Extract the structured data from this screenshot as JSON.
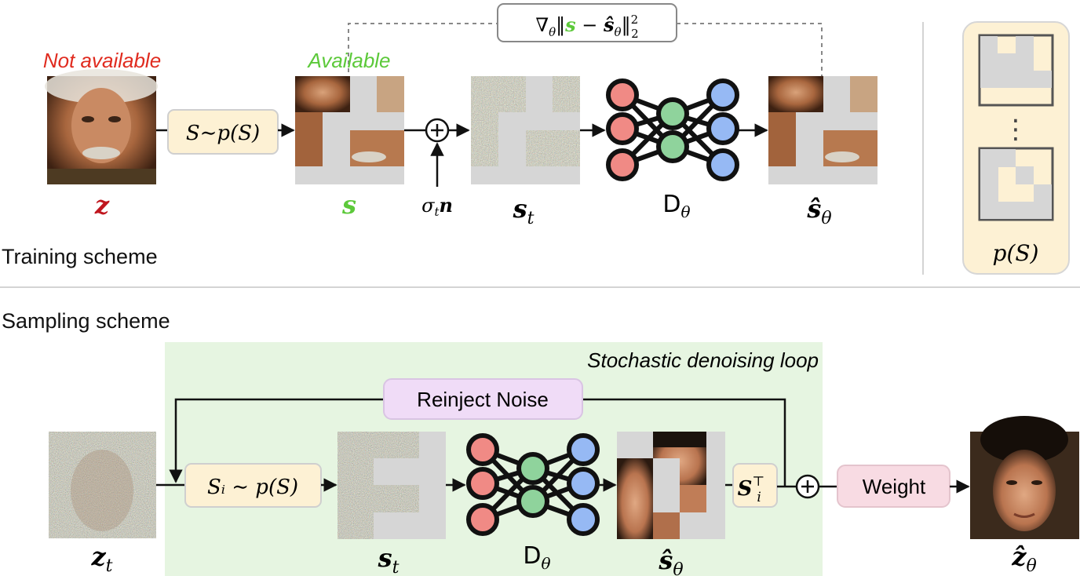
{
  "training": {
    "heading": "Training scheme",
    "not_available": "Not available",
    "available": "Available",
    "sample_mask_box": "S∼p(S)",
    "loss_box": "∇θ‖s − ŝθ‖²₂",
    "loss_parts": {
      "grad": "∇",
      "theta_sub": "θ",
      "open": "‖",
      "s_green": "s",
      "minus": " − ",
      "s_hat": "ŝ",
      "theta2": "θ",
      "close": "‖",
      "sup": "2",
      "sub": "2"
    },
    "noise_label_sigma": "σ",
    "noise_label_t": "t",
    "noise_label_n": "n",
    "label_z": "z",
    "label_s": "s",
    "label_st_main": "s",
    "label_st_sub": "t",
    "label_D_main": "D",
    "label_D_sub": "θ",
    "label_shat_main": "ŝ",
    "label_shat_sub": "θ",
    "mask_dist_label": "p(S)",
    "vdots": "⋮"
  },
  "sampling": {
    "heading": "Sampling scheme",
    "loop_title": "Stochastic denoising loop",
    "reinject_label": "Reinject Noise",
    "sample_mask_box": "Sᵢ ∼ p(S)",
    "transpose_box_main": "S",
    "transpose_box_sub": "i",
    "transpose_box_sup": "⊤",
    "weight_label": "Weight",
    "label_zt_main": "z",
    "label_zt_sub": "t",
    "label_st_main": "s",
    "label_st_sub": "t",
    "label_D_main": "D",
    "label_D_sub": "θ",
    "label_shat_main": "ŝ",
    "label_shat_sub": "θ",
    "label_zhat_main": "ẑ",
    "label_zhat_sub": "θ"
  },
  "colors": {
    "red_label": "#e02b1f",
    "green_label": "#5cc93a",
    "mask_box_fill": "#fdf1d4",
    "mask_panel_fill": "#fdf1d4",
    "loop_fill": "#e6f5e1",
    "reinject_fill": "#f0dcf7",
    "weight_fill": "#f8dbe3",
    "node_red": "#f08a85",
    "node_green": "#8fd39c",
    "node_blue": "#96b9f4",
    "mask_gray": "#d6d6d6"
  },
  "icons": [
    "plus-circle-icon",
    "arrow-icon",
    "neural-network-icon",
    "portrait-image",
    "noise-image"
  ]
}
